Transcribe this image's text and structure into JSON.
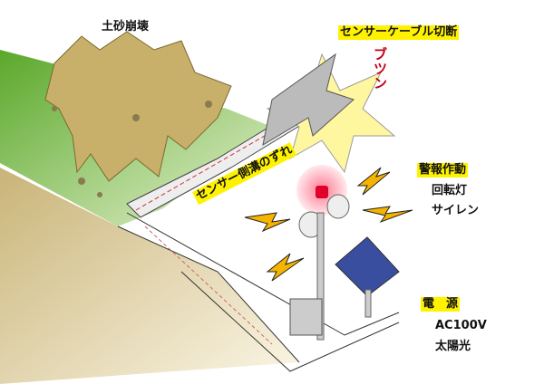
{
  "labels": {
    "landslide": "土砂崩壊",
    "cable_cut": "センサーケーブル切断",
    "snap_sound": "ブツン",
    "alarm": "警報作動",
    "rotating_light": "回転灯",
    "siren": "サイレン",
    "gutter_shift": "センサー側溝のずれ",
    "power": "電　源",
    "ac": "AC100V",
    "solar": "太陽光"
  },
  "colors": {
    "highlight": "#fff200",
    "grass": "#8cc63f",
    "debris": "#c8b06a",
    "ground": "#e8dcb0",
    "lightning": "#f5b400",
    "solar_panel": "#3a4ea0"
  }
}
